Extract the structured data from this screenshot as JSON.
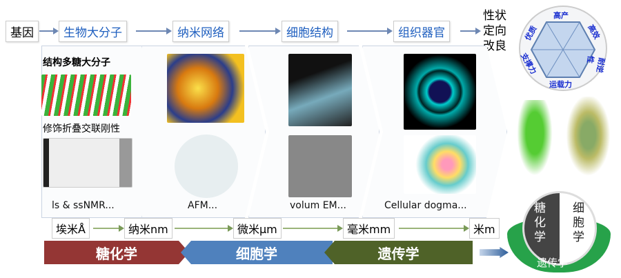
{
  "top_flow": {
    "gene": "基因",
    "items": [
      "生物大分子",
      "纳米网络",
      "细胞结构",
      "组织器官"
    ],
    "target": [
      "性状",
      "定向",
      "改良"
    ]
  },
  "traits": [
    "高产",
    "高效",
    "耐逆性",
    "运载力",
    "支撑力",
    "优质"
  ],
  "panels": [
    {
      "title": "结构多糖大分子",
      "subtitle": "修饰折叠交联刚性",
      "caption": "ls & ssNMR..."
    },
    {
      "caption": "AFM..."
    },
    {
      "caption": "volum EM..."
    },
    {
      "caption": "Cellular dogma..."
    }
  ],
  "scales": [
    "埃米Å",
    "纳米nm",
    "微米μm",
    "毫米mm",
    "米m"
  ],
  "bands": [
    {
      "label": "糖化学",
      "color": "#943634"
    },
    {
      "label": "细胞学",
      "color": "#4f81bd"
    },
    {
      "label": "遗传学",
      "color": "#4f6228"
    }
  ],
  "yinyang": {
    "left": [
      "糖",
      "化",
      "学"
    ],
    "right": [
      "细",
      "胞",
      "学"
    ],
    "base": "遗传学"
  }
}
